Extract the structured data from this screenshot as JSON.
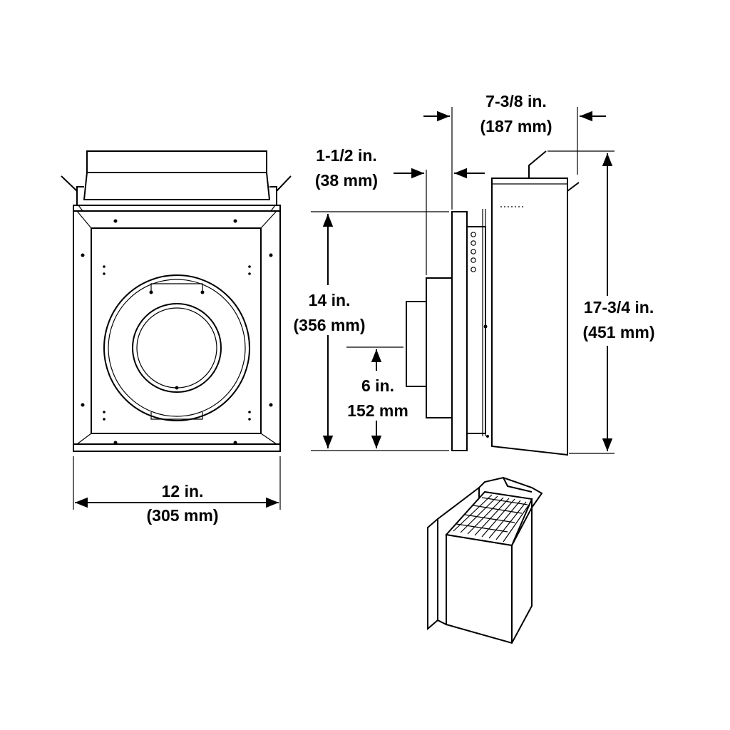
{
  "dimensions": {
    "depth_total": {
      "imperial": "7-3/8 in.",
      "metric": "(187 mm)"
    },
    "flange_depth": {
      "imperial": "1-1/2 in.",
      "metric": "(38 mm)"
    },
    "front_height": {
      "imperial": "14 in.",
      "metric": "(356 mm)"
    },
    "total_height": {
      "imperial": "17-3/4 in.",
      "metric": "(451 mm)"
    },
    "vent_center": {
      "imperial": "6 in.",
      "metric": "152 mm"
    },
    "width": {
      "imperial": "12 in.",
      "metric": "(305 mm)"
    }
  },
  "colors": {
    "line": "#000000",
    "background": "#ffffff"
  }
}
